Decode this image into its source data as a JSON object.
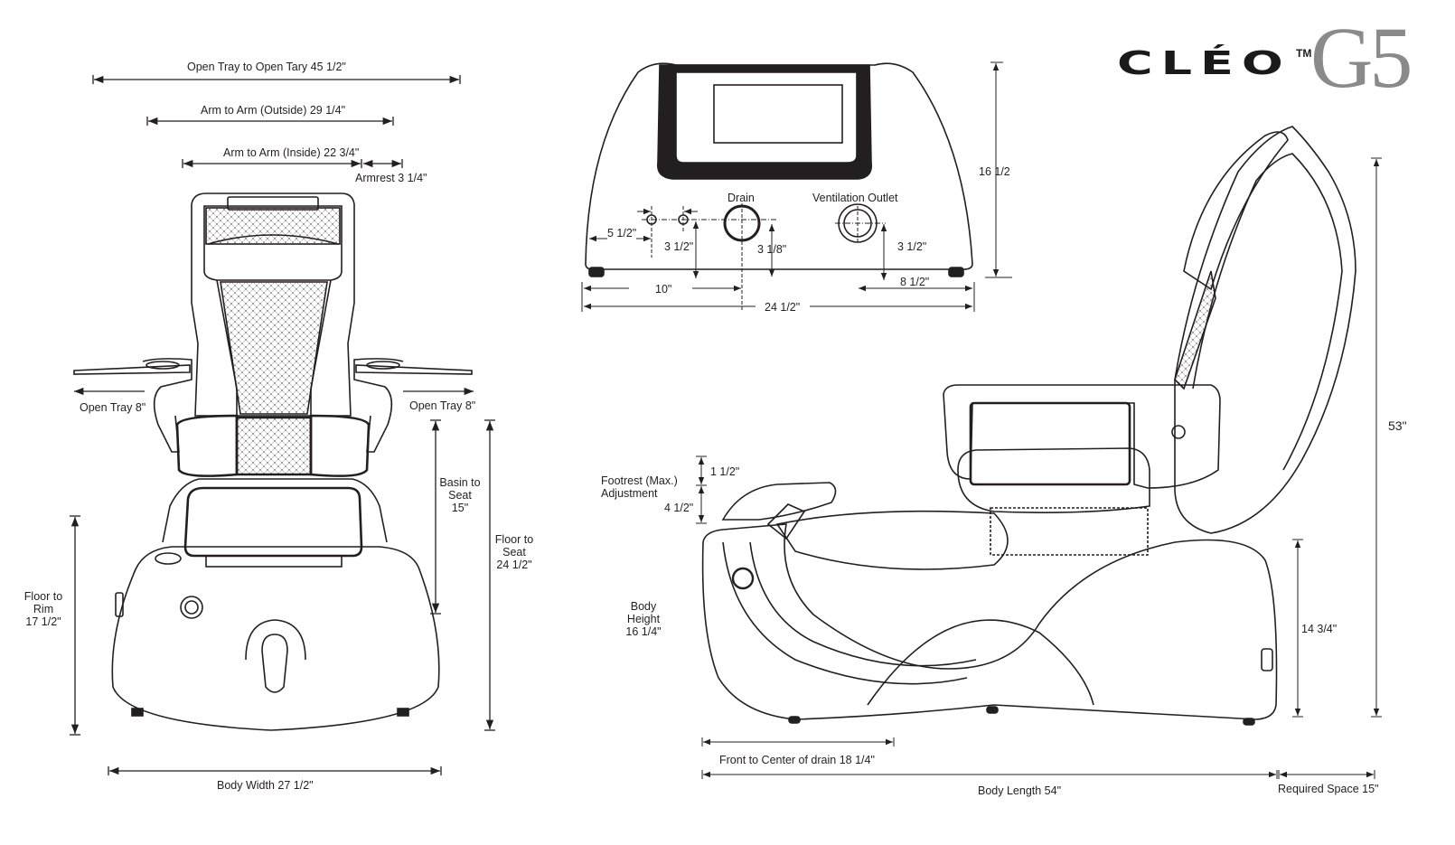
{
  "brand": {
    "name": "CLÉO",
    "trademark": "TM",
    "model": "G5"
  },
  "front_view": {
    "open_tray_to_open_tray": "Open Tray to Open Tary 45 1/2\"",
    "arm_to_arm_outside": "Arm to Arm (Outside) 29 1/4\"",
    "arm_to_arm_inside": "Arm to Arm (Inside) 22 3/4\"",
    "armrest": "Armrest 3 1/4\"",
    "open_tray_left": "Open Tray 8\"",
    "open_tray_right": "Open Tray 8\"",
    "basin_to_seat": [
      "Basin to",
      "Seat",
      "15\""
    ],
    "floor_to_seat": [
      "Floor to",
      "Seat",
      "24 1/2\""
    ],
    "floor_to_rim": [
      "Floor to",
      "Rim",
      "17 1/2\""
    ],
    "body_width": "Body Width 27 1/2\""
  },
  "back_view": {
    "height": "16 1/2",
    "drain": "Drain",
    "ventilation_outlet": "Ventilation Outlet",
    "dim_5_1_2": "5 1/2\"",
    "dim_3_1_2_left": "3 1/2\"",
    "dim_3_1_8": "3 1/8\"",
    "dim_3_1_2_right": "3 1/2\"",
    "dim_10": "10\"",
    "dim_8_1_2": "8 1/2\"",
    "width": "24 1/2\""
  },
  "side_view": {
    "footrest_label": [
      "Footrest (Max.)",
      "Adjustment"
    ],
    "footrest_1_1_2": "1 1/2\"",
    "footrest_4_1_2": "4 1/2\"",
    "body_height": [
      "Body",
      "Height",
      "16 1/4\""
    ],
    "height_14_3_4": "14 3/4\"",
    "total_height": "53\"",
    "front_to_drain": "Front to Center of drain 18 1/4\"",
    "body_length": "Body Length 54\"",
    "required_space": "Required Space 15\""
  }
}
